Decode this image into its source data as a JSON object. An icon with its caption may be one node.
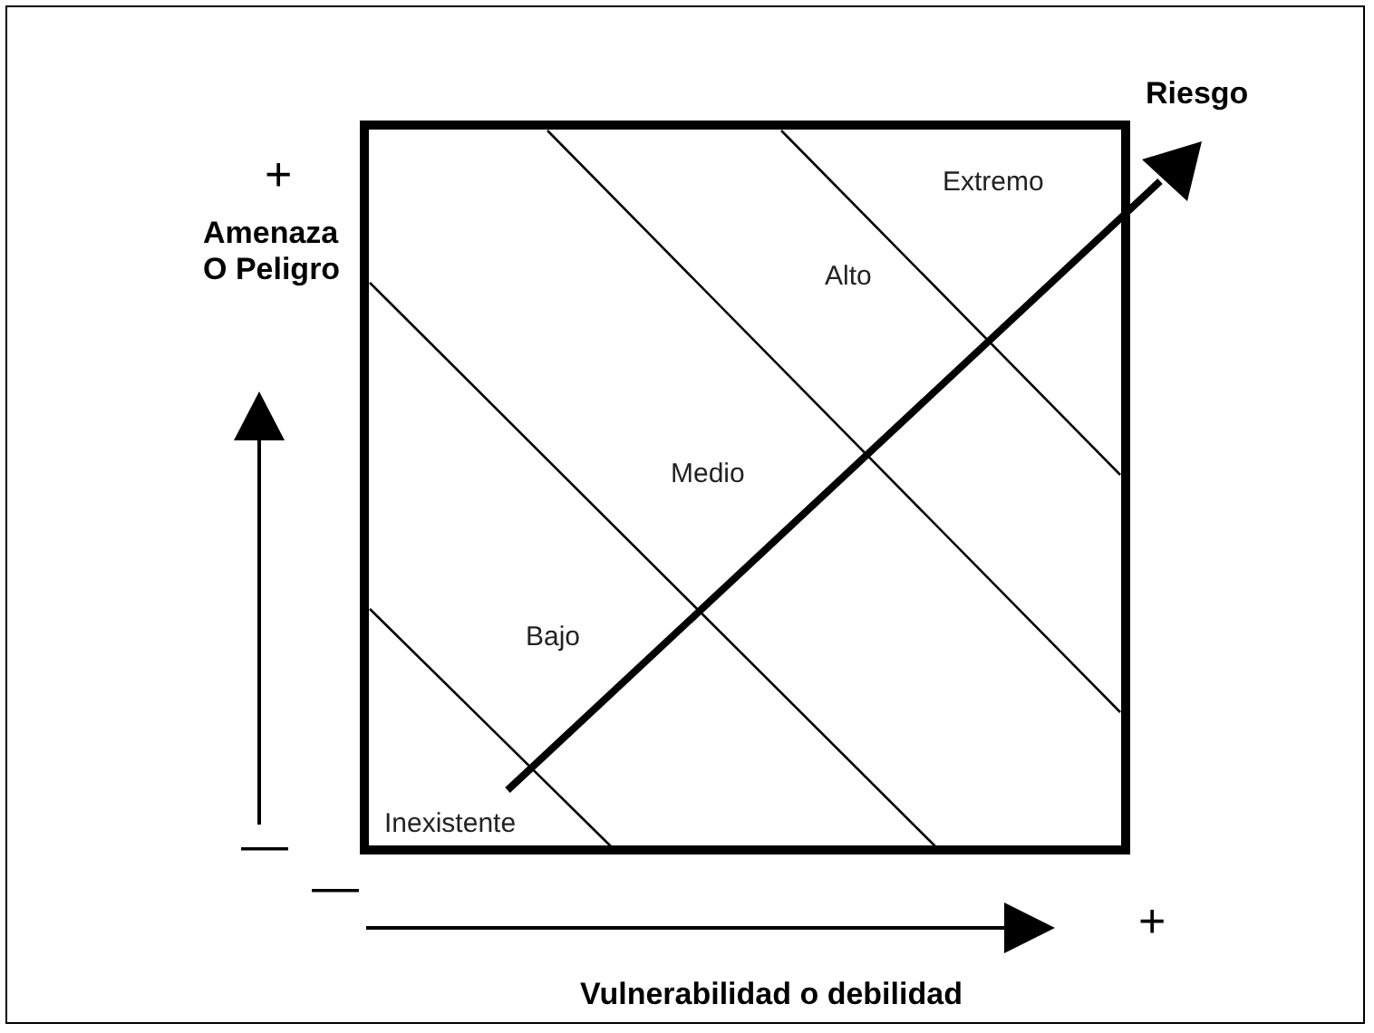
{
  "diagram": {
    "labels": [
      "Riesgo",
      "+",
      "Amenaza O Peligro",
      "Extremo",
      "Alto",
      "Medio",
      "Bajo",
      "Inexistente",
      "—",
      "—",
      "+",
      "Vulnerabilidad o debilidad"
    ]
  }
}
